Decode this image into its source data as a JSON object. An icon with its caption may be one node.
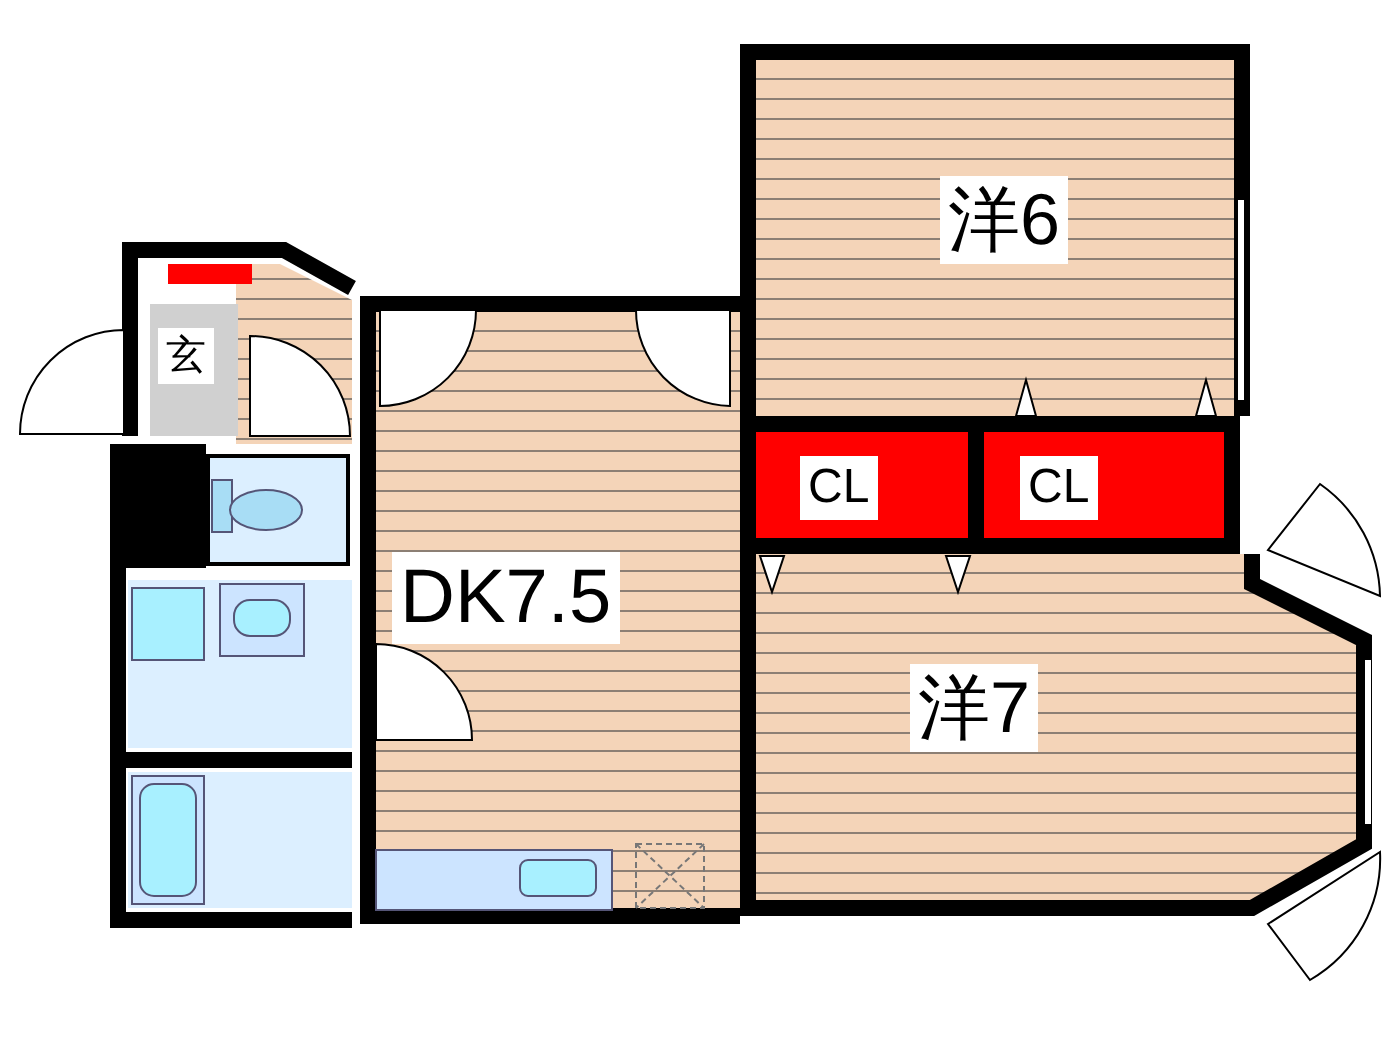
{
  "diagram": {
    "nodes": [
      {
        "text": [
          "洋6"
        ]
      },
      {
        "text": [
          "CL"
        ]
      },
      {
        "text": [
          "CL"
        ]
      },
      {
        "text": [
          "玄"
        ]
      },
      {
        "text": [
          "DK7.5"
        ]
      },
      {
        "text": [
          "洋7"
        ]
      }
    ]
  }
}
